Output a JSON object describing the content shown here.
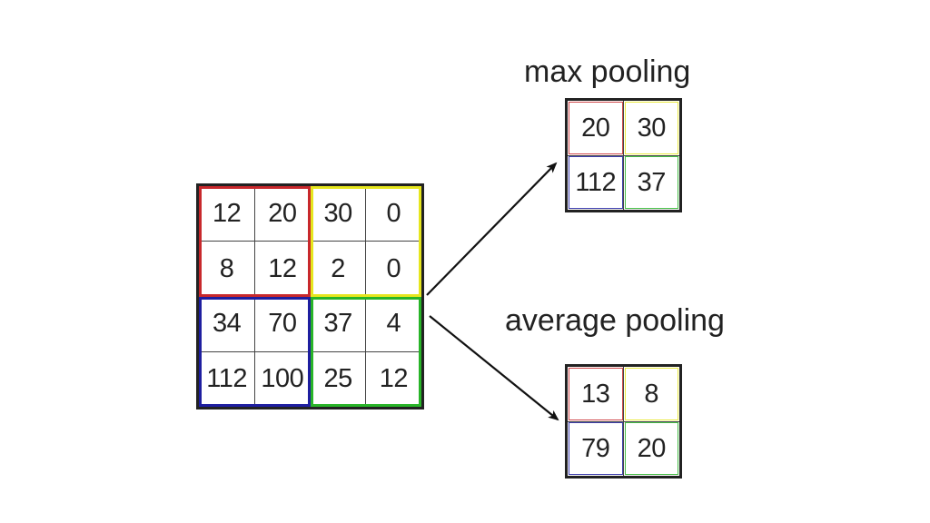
{
  "input_matrix": {
    "rows": [
      [
        "12",
        "20",
        "30",
        "0"
      ],
      [
        "8",
        "12",
        "2",
        "0"
      ],
      [
        "34",
        "70",
        "37",
        "4"
      ],
      [
        "112",
        "100",
        "25",
        "12"
      ]
    ],
    "quadrant_colors": {
      "top_left": "#c8282c",
      "top_right": "#e6e61e",
      "bottom_left": "#1e1ea0",
      "bottom_right": "#28b428"
    }
  },
  "max_pooling": {
    "label": "max pooling",
    "rows": [
      [
        "20",
        "30"
      ],
      [
        "112",
        "37"
      ]
    ]
  },
  "average_pooling": {
    "label": "average pooling",
    "rows": [
      [
        "13",
        "8"
      ],
      [
        "79",
        "20"
      ]
    ]
  },
  "colors": {
    "text": "#222222",
    "border": "#222222",
    "arrow": "#111111"
  }
}
